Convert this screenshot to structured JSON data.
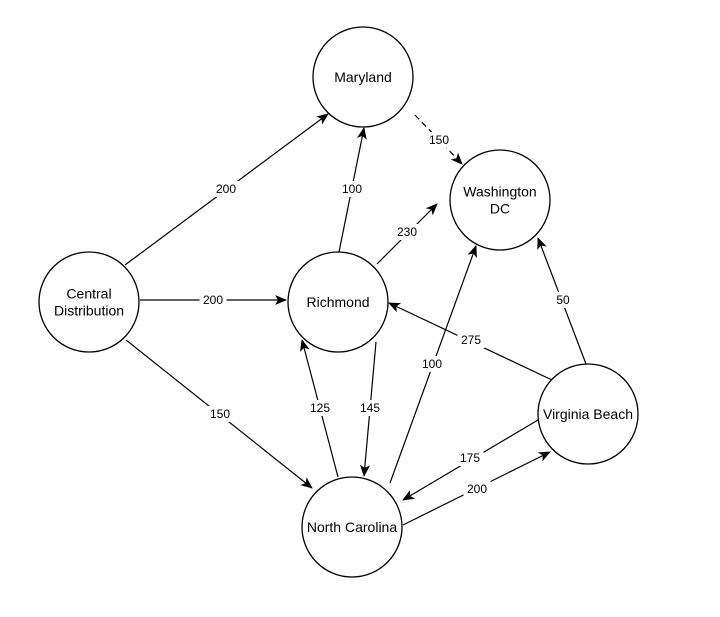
{
  "diagram": {
    "nodes": [
      {
        "id": "maryland",
        "label": [
          "Maryland"
        ]
      },
      {
        "id": "washington",
        "label": [
          "Washington",
          "DC"
        ]
      },
      {
        "id": "central",
        "label": [
          "Central",
          "Distribution"
        ]
      },
      {
        "id": "richmond",
        "label": [
          "Richmond"
        ]
      },
      {
        "id": "virginia",
        "label": [
          "Virginia Beach"
        ]
      },
      {
        "id": "carolina",
        "label": [
          "North Carolina"
        ]
      }
    ],
    "edges": [
      {
        "from": "central",
        "to": "maryland",
        "label": "200"
      },
      {
        "from": "central",
        "to": "richmond",
        "label": "200"
      },
      {
        "from": "central",
        "to": "carolina",
        "label": "150"
      },
      {
        "from": "richmond",
        "to": "maryland",
        "label": "100"
      },
      {
        "from": "maryland",
        "to": "washington",
        "label": "150"
      },
      {
        "from": "richmond",
        "to": "washington",
        "label": "230"
      },
      {
        "from": "carolina",
        "to": "washington",
        "label": "100"
      },
      {
        "from": "virginia",
        "to": "washington",
        "label": "50"
      },
      {
        "from": "virginia",
        "to": "richmond",
        "label": "275"
      },
      {
        "from": "richmond",
        "to": "carolina",
        "label": "145"
      },
      {
        "from": "carolina",
        "to": "richmond",
        "label": "125"
      },
      {
        "from": "virginia",
        "to": "carolina",
        "label": "175"
      },
      {
        "from": "carolina",
        "to": "virginia",
        "label": "200"
      }
    ]
  }
}
